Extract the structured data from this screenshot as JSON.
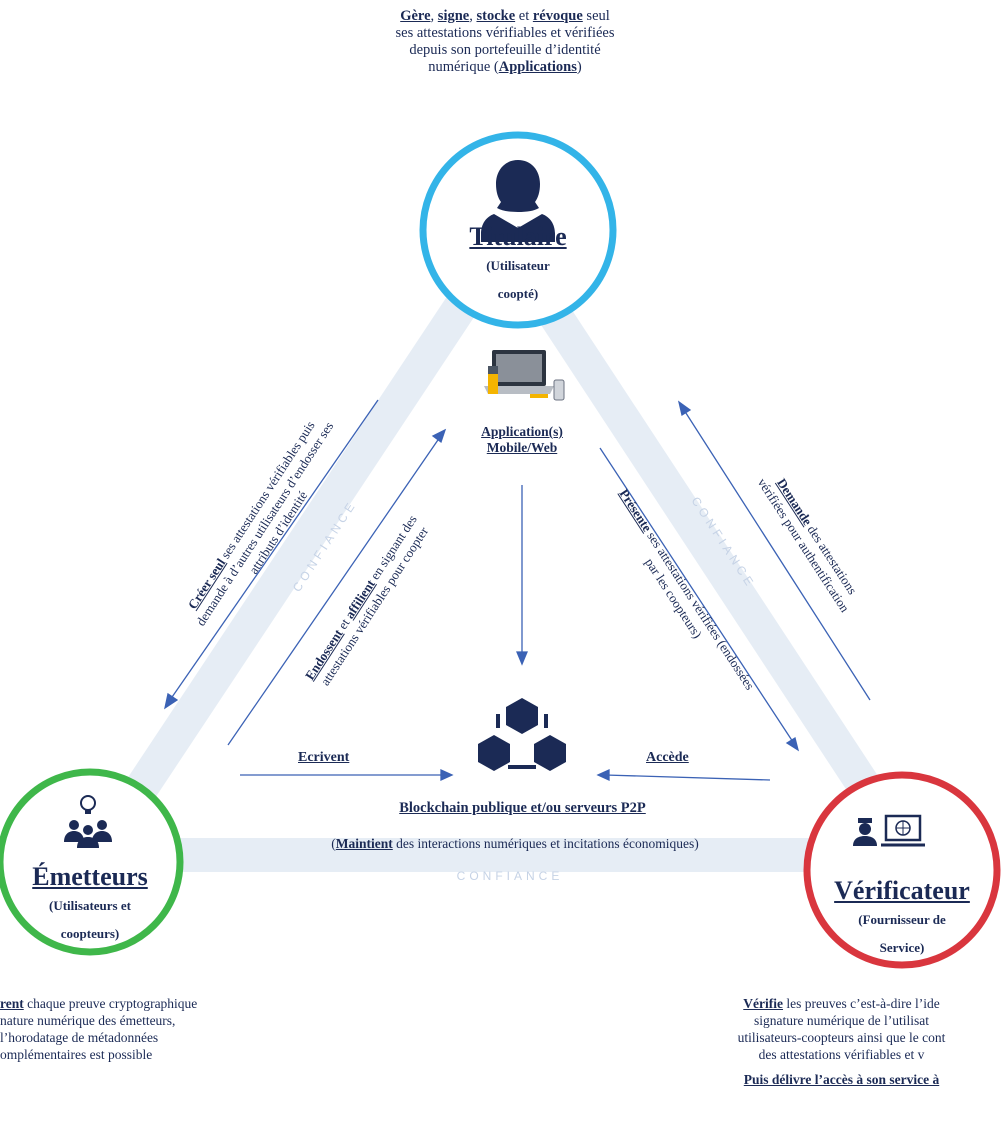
{
  "top_text": {
    "w1": "Gère",
    "s1": ",",
    "w2": "signe",
    "s2": ",",
    "w3": "stocke",
    "s3": "et",
    "w4": "révoque",
    "s4": "seul",
    "line2": "ses attestations vérifiables et vérifiées",
    "line3": "depuis son portefeuille d’identité",
    "line4_pre": "numérique (",
    "line4_link": "Applications",
    "line4_post": ")"
  },
  "holder": {
    "title": "Titulaire",
    "sub1": "(Utilisateur",
    "sub2": "coopté)"
  },
  "app": {
    "line1": "Application(s)",
    "line2": "Mobile/Web"
  },
  "issuers": {
    "title": "Émetteurs",
    "sub1": "(Utilisateurs et",
    "sub2": "coopteurs)"
  },
  "verifier": {
    "title": "Vérificateur",
    "sub1": "(Fournisseur de",
    "sub2": "Service)"
  },
  "blockchain": {
    "title": "Blockchain publique et/ou serveurs P2P",
    "maintain_pre": "(",
    "maintain_link": "Maintient",
    "maintain_post": " des interactions numériques et incitations économiques)"
  },
  "trust_label": "CONFIANCE",
  "arrows": {
    "create_l1_link": "Créer seul",
    "create_l1_rest": " ses attestations vérifiables puis",
    "create_l2": "demande à d’autres utilisateurs d’endosser ses",
    "create_l3": "attributs d’identité",
    "endorse_link1": "Endossent",
    "endorse_mid": " et ",
    "endorse_link2": "affilient",
    "endorse_rest": " en signant des",
    "endorse_l2": "attestations vérifiables pour coopter",
    "present_link": "Présente",
    "present_rest": " ses attestations vérifiées (endossées",
    "present_l2": "par les coopteurs)",
    "request_link": "Demande",
    "request_rest": " des attestations",
    "request_l2": "vérifiées pour authentification",
    "write": "Ecrivent",
    "access": "Accède"
  },
  "bottom_left": {
    "l1_link": "rent",
    "l1_rest": " chaque preuve cryptographique",
    "l2": "nature numérique des émetteurs,",
    "l3": "l’horodatage de métadonnées",
    "l4": "omplémentaires est possible"
  },
  "bottom_right": {
    "l1_link": "Vérifie",
    "l1_rest": " les preuves c’est-à-dire l’ide",
    "l2": "signature numérique de l’utilisat",
    "l3": "utilisateurs-coopteurs ainsi que le cont",
    "l4": "des attestations vérifiables et v",
    "l5": "Puis délivre l’accès à son service à"
  },
  "colors": {
    "holder_ring": "#33b4e8",
    "issuer_ring": "#3fb74a",
    "verifier_ring": "#d9363e",
    "navy": "#1b2a55",
    "arrow": "#3b62b5",
    "triangle": "#e6edf5"
  },
  "icons": [
    "person-icon",
    "laptop-phone-icon",
    "blockchain-cubes-icon",
    "team-lightbulb-icon",
    "officer-icon",
    "globe-screen-icon"
  ]
}
